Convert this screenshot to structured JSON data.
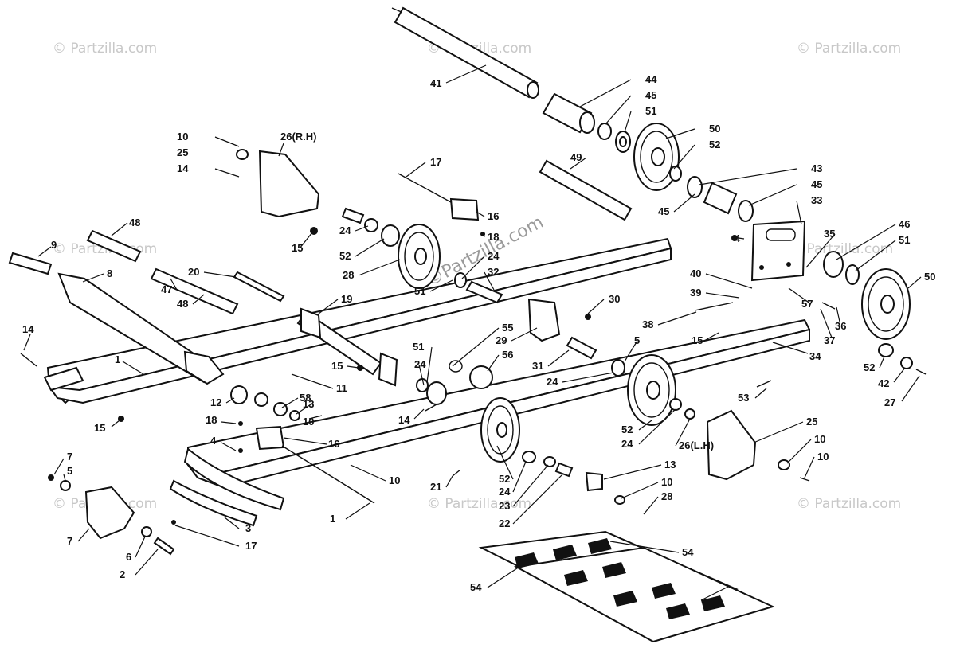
{
  "watermark": "© Partzilla.com",
  "watermark_center": "©Partzilla.com",
  "labels": [
    {
      "id": "l41",
      "text": "41"
    },
    {
      "id": "l44",
      "text": "44"
    },
    {
      "id": "l45a",
      "text": "45"
    },
    {
      "id": "l51a",
      "text": "51"
    },
    {
      "id": "l50a",
      "text": "50"
    },
    {
      "id": "l52a",
      "text": "52"
    },
    {
      "id": "l43",
      "text": "43"
    },
    {
      "id": "l45b",
      "text": "45"
    },
    {
      "id": "l33",
      "text": "33"
    },
    {
      "id": "l45c",
      "text": "45"
    },
    {
      "id": "l49",
      "text": "49"
    },
    {
      "id": "l17a",
      "text": "17"
    },
    {
      "id": "l16a",
      "text": "16"
    },
    {
      "id": "l18a",
      "text": "18"
    },
    {
      "id": "l24a",
      "text": "24"
    },
    {
      "id": "l32",
      "text": "32"
    },
    {
      "id": "l51b",
      "text": "51"
    },
    {
      "id": "l10a",
      "text": "10"
    },
    {
      "id": "l25a",
      "text": "25"
    },
    {
      "id": "l14a",
      "text": "14"
    },
    {
      "id": "l26rh",
      "text": "26(R.H)"
    },
    {
      "id": "l15a",
      "text": "15"
    },
    {
      "id": "l24b",
      "text": "24"
    },
    {
      "id": "l52b",
      "text": "52"
    },
    {
      "id": "l28a",
      "text": "28"
    },
    {
      "id": "l48a",
      "text": "48"
    },
    {
      "id": "l9",
      "text": "9"
    },
    {
      "id": "l8",
      "text": "8"
    },
    {
      "id": "l20",
      "text": "20"
    },
    {
      "id": "l47",
      "text": "47"
    },
    {
      "id": "l48b",
      "text": "48"
    },
    {
      "id": "l19",
      "text": "19"
    },
    {
      "id": "l30",
      "text": "30"
    },
    {
      "id": "l55",
      "text": "55"
    },
    {
      "id": "l56",
      "text": "56"
    },
    {
      "id": "l29",
      "text": "29"
    },
    {
      "id": "l31",
      "text": "31"
    },
    {
      "id": "l24c",
      "text": "24"
    },
    {
      "id": "l5a",
      "text": "5"
    },
    {
      "id": "l15b",
      "text": "15"
    },
    {
      "id": "l38",
      "text": "38"
    },
    {
      "id": "l39",
      "text": "39"
    },
    {
      "id": "l40",
      "text": "40"
    },
    {
      "id": "l4a",
      "text": "4"
    },
    {
      "id": "l35",
      "text": "35"
    },
    {
      "id": "l46",
      "text": "46"
    },
    {
      "id": "l51c",
      "text": "51"
    },
    {
      "id": "l50b",
      "text": "50"
    },
    {
      "id": "l57",
      "text": "57"
    },
    {
      "id": "l36",
      "text": "36"
    },
    {
      "id": "l37",
      "text": "37"
    },
    {
      "id": "l34",
      "text": "34"
    },
    {
      "id": "l52c",
      "text": "52"
    },
    {
      "id": "l42",
      "text": "42"
    },
    {
      "id": "l27",
      "text": "27"
    },
    {
      "id": "l14b",
      "text": "14"
    },
    {
      "id": "l1a",
      "text": "1"
    },
    {
      "id": "l15c",
      "text": "15"
    },
    {
      "id": "l11",
      "text": "11"
    },
    {
      "id": "l15d",
      "text": "15"
    },
    {
      "id": "l51d",
      "text": "51"
    },
    {
      "id": "l24d",
      "text": "24"
    },
    {
      "id": "l12",
      "text": "12"
    },
    {
      "id": "l58",
      "text": "58"
    },
    {
      "id": "l13a",
      "text": "13"
    },
    {
      "id": "l10b",
      "text": "10"
    },
    {
      "id": "l14c",
      "text": "14"
    },
    {
      "id": "l18b",
      "text": "18"
    },
    {
      "id": "l16b",
      "text": "16"
    },
    {
      "id": "l4b",
      "text": "4"
    },
    {
      "id": "l7a",
      "text": "7"
    },
    {
      "id": "l5b",
      "text": "5"
    },
    {
      "id": "l7b",
      "text": "7"
    },
    {
      "id": "l6",
      "text": "6"
    },
    {
      "id": "l2",
      "text": "2"
    },
    {
      "id": "l3",
      "text": "3"
    },
    {
      "id": "l17b",
      "text": "17"
    },
    {
      "id": "l1b",
      "text": "1"
    },
    {
      "id": "l10c",
      "text": "10"
    },
    {
      "id": "l21",
      "text": "21"
    },
    {
      "id": "l52d",
      "text": "52"
    },
    {
      "id": "l24e",
      "text": "24"
    },
    {
      "id": "l23",
      "text": "23"
    },
    {
      "id": "l22",
      "text": "22"
    },
    {
      "id": "l13b",
      "text": "13"
    },
    {
      "id": "l10d",
      "text": "10"
    },
    {
      "id": "l28b",
      "text": "28"
    },
    {
      "id": "l52e",
      "text": "52"
    },
    {
      "id": "l24f",
      "text": "24"
    },
    {
      "id": "l26lh",
      "text": "26(L.H)"
    },
    {
      "id": "l25b",
      "text": "25"
    },
    {
      "id": "l10e",
      "text": "10"
    },
    {
      "id": "l10f",
      "text": "10"
    },
    {
      "id": "l53",
      "text": "53"
    },
    {
      "id": "l54a",
      "text": "54"
    },
    {
      "id": "l54b",
      "text": "54"
    }
  ]
}
